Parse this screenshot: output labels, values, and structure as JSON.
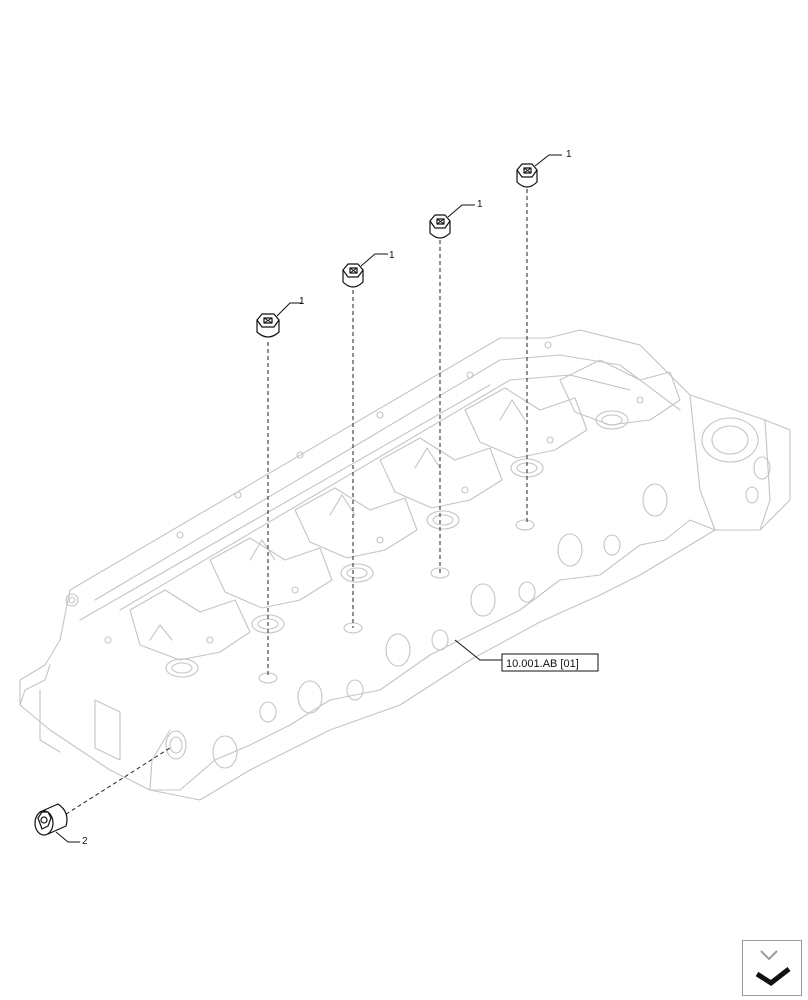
{
  "callouts": {
    "plug_1_a": "1",
    "plug_1_b": "1",
    "plug_1_c": "1",
    "plug_1_d": "1",
    "plug_2": "2"
  },
  "reference": {
    "label": "10.001.AB [01]"
  },
  "icons": {
    "navigation": "next-page-arrow-icon"
  }
}
